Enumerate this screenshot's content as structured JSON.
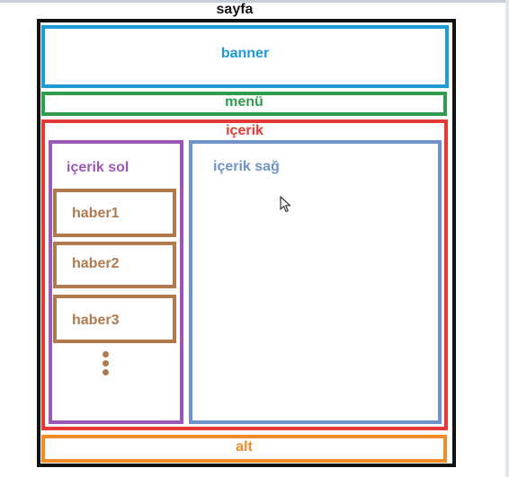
{
  "diagram": {
    "title": "sayfa",
    "banner": "banner",
    "menu": "menü",
    "content": "içerik",
    "content_left": "içerik sol",
    "news_items": [
      "haber1",
      "haber2",
      "haber3"
    ],
    "content_right": "içerik sağ",
    "footer": "alt",
    "more_indicator_icon": "vertical-ellipsis-icon"
  },
  "cursor_icon": "mouse-pointer-icon",
  "colors": {
    "page": "#111111",
    "banner": "#1e9ad8",
    "menu": "#2f9d4e",
    "content": "#e53935",
    "content_left": "#9b59b6",
    "news": "#b07a4f",
    "content_right": "#6f93c9",
    "footer": "#f28c28"
  }
}
